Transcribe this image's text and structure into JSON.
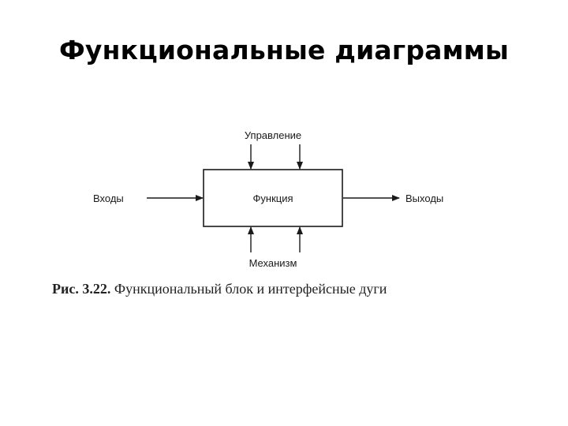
{
  "slide": {
    "title": "Функциональные диаграммы"
  },
  "diagram": {
    "block_label": "Функция",
    "input_label": "Входы",
    "output_label": "Выходы",
    "control_label": "Управление",
    "mechanism_label": "Механизм"
  },
  "caption": {
    "figure_number": "Рис. 3.22.",
    "text": "Функциональный блок и интерфейсные дуги"
  }
}
